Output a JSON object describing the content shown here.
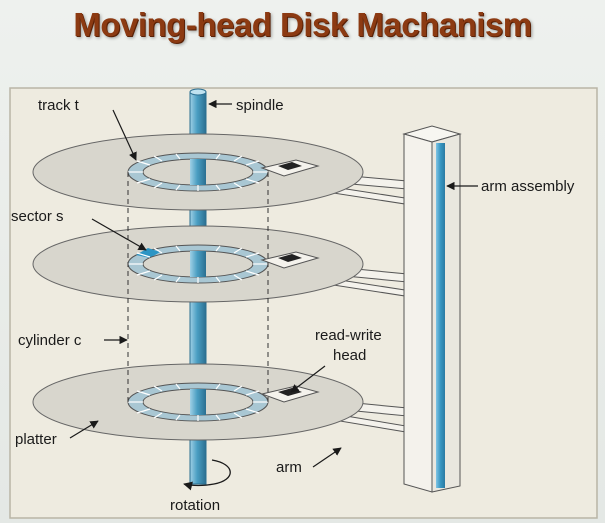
{
  "title": "Moving-head Disk Machanism",
  "labels": {
    "track": "track t",
    "spindle": "spindle",
    "arm_assembly": "arm assembly",
    "sector": "sector s",
    "cylinder": "cylinder c",
    "read_write_line1": "read-write",
    "read_write_line2": "head",
    "platter": "platter",
    "arm": "arm",
    "rotation": "rotation"
  },
  "colors": {
    "panel": "#eeebe0",
    "platter": "#d8d6cd",
    "track_band": "#a9c7d3",
    "spindle": "#4a9ec2",
    "arm_assembly": "#3796c2",
    "highlight_sector": "#2c95c4",
    "title": "#8c3a12"
  }
}
